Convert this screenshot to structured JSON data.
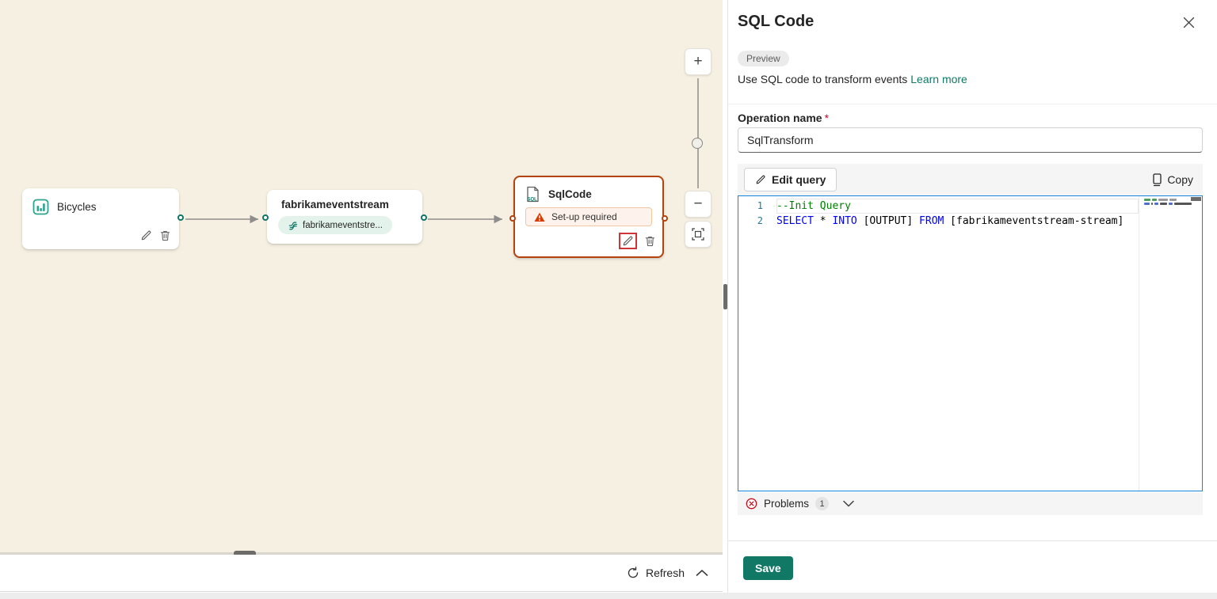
{
  "colors": {
    "accent_teal": "#117865",
    "selected_node_orange": "#b5430e",
    "warning_orange": "#d83b01",
    "error_red": "#c50f1f",
    "editor_focus_border": "#1584dd",
    "sql_keyword": "#0000ff",
    "sql_comment": "#008000",
    "line_number": "#237893",
    "canvas_background": "#f6f0e2"
  },
  "canvas": {
    "nodes": {
      "bicycles": {
        "title": "Bicycles"
      },
      "eventstream": {
        "title": "fabrikameventstream",
        "stream_badge": "fabrikameventstre..."
      },
      "sqlcode": {
        "title": "SqlCode",
        "warning_label": "Set-up required"
      }
    },
    "zoom_toolbar": {
      "plus_glyph": "+",
      "minus_glyph": "−"
    },
    "bottom_bar": {
      "refresh_label": "Refresh"
    }
  },
  "panel": {
    "title": "SQL Code",
    "preview_badge": "Preview",
    "description": "Use SQL code to transform events",
    "learn_more_link": "Learn more",
    "operation_name": {
      "label": "Operation name",
      "required_mark": "*",
      "value": "SqlTransform"
    },
    "toolbar": {
      "edit_query_label": "Edit query",
      "copy_label": "Copy"
    },
    "editor": {
      "lines": [
        {
          "number": "1",
          "current": true,
          "tokens": [
            {
              "type": "comment",
              "text": "--Init Query"
            }
          ]
        },
        {
          "number": "2",
          "current": false,
          "tokens": [
            {
              "type": "keyword",
              "text": "SELECT"
            },
            {
              "type": "plain",
              "text": " * "
            },
            {
              "type": "keyword",
              "text": "INTO"
            },
            {
              "type": "plain",
              "text": " [OUTPUT] "
            },
            {
              "type": "keyword",
              "text": "FROM"
            },
            {
              "type": "plain",
              "text": " [fabrikameventstream-stream]"
            }
          ]
        }
      ]
    },
    "problems_bar": {
      "label": "Problems",
      "count": "1"
    },
    "footer": {
      "save_label": "Save"
    }
  }
}
